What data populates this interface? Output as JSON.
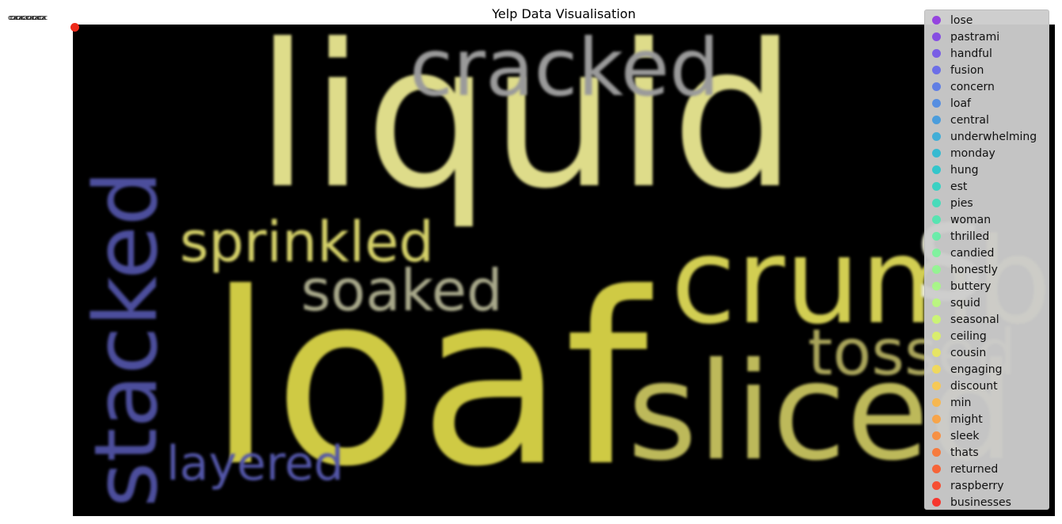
{
  "chart_data": {
    "type": "scatter",
    "title": "Yelp Data Visualisation",
    "xlabel": "",
    "ylabel": "",
    "background_image": "word cloud",
    "wordcloud_words": [
      {
        "text": "liquid",
        "color": "#dedc8a"
      },
      {
        "text": "cracked",
        "color": "#9a9a9a"
      },
      {
        "text": "stacked",
        "color": "#4c4e9c"
      },
      {
        "text": "sprinkled",
        "color": "#d4d068"
      },
      {
        "text": "soaked",
        "color": "#a8a88a"
      },
      {
        "text": "crumbs",
        "color": "#d2ce52"
      },
      {
        "text": "s",
        "color": "#ecedd6"
      },
      {
        "text": "loaf",
        "color": "#cfca44"
      },
      {
        "text": "tossed",
        "color": "#a9a45a"
      },
      {
        "text": "sliced",
        "color": "#bdb95a"
      },
      {
        "text": "layered",
        "color": "#5356a8"
      }
    ],
    "legend_position": "upper right",
    "series": [
      {
        "name": "lose",
        "color": "#8b2be2"
      },
      {
        "name": "pastrami",
        "color": "#7b39e8"
      },
      {
        "name": "handful",
        "color": "#6c4ceb"
      },
      {
        "name": "fusion",
        "color": "#5d5fed"
      },
      {
        "name": "concern",
        "color": "#4f72ea"
      },
      {
        "name": "loaf",
        "color": "#4385e6"
      },
      {
        "name": "central",
        "color": "#3697e0"
      },
      {
        "name": "underwhelming",
        "color": "#2aaada"
      },
      {
        "name": "monday",
        "color": "#1eb9d3"
      },
      {
        "name": "hung",
        "color": "#1ac7cc"
      },
      {
        "name": "est",
        "color": "#22d4c3"
      },
      {
        "name": "pies",
        "color": "#32dfb9"
      },
      {
        "name": "woman",
        "color": "#45e9ae"
      },
      {
        "name": "thrilled",
        "color": "#5bf1a3"
      },
      {
        "name": "candied",
        "color": "#73f797"
      },
      {
        "name": "honestly",
        "color": "#8dfb8b"
      },
      {
        "name": "buttery",
        "color": "#a3fe7f"
      },
      {
        "name": "squid",
        "color": "#b8fe74"
      },
      {
        "name": "seasonal",
        "color": "#ccfc69"
      },
      {
        "name": "ceiling",
        "color": "#ddf55f"
      },
      {
        "name": "cousin",
        "color": "#ecea55"
      },
      {
        "name": "engaging",
        "color": "#f7dc4c"
      },
      {
        "name": "discount",
        "color": "#ffca44"
      },
      {
        "name": "min",
        "color": "#ffb53c"
      },
      {
        "name": "might",
        "color": "#ff9f35"
      },
      {
        "name": "sleek",
        "color": "#ff872e"
      },
      {
        "name": "thats",
        "color": "#ff6e27"
      },
      {
        "name": "returned",
        "color": "#ff5420"
      },
      {
        "name": "raspberry",
        "color": "#ff3a1a"
      },
      {
        "name": "businesses",
        "color": "#ff1f14"
      }
    ]
  }
}
